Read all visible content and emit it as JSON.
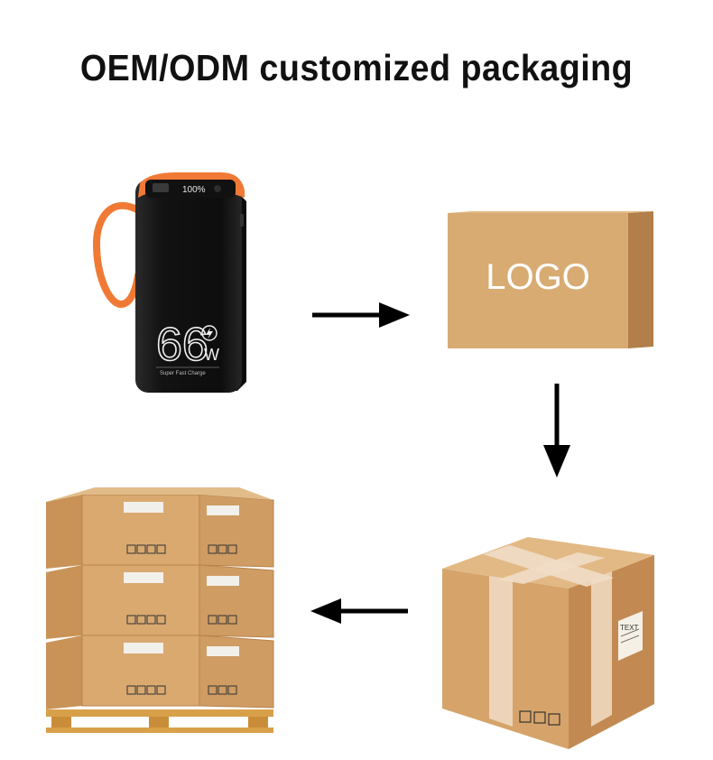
{
  "heading": "OEM/ODM customized packaging",
  "product": {
    "display": "100%",
    "wattage_number": "66",
    "wattage_unit": "W",
    "tagline": "Super Fast Charge"
  },
  "gift_box": {
    "logo_text": "LOGO"
  },
  "shipping_box": {
    "label_text": "TEXT"
  },
  "colors": {
    "cardboard": "#d9a970",
    "cardboard_dark": "#b9844f",
    "accent_orange": "#f07a35",
    "device_black": "#151515"
  }
}
